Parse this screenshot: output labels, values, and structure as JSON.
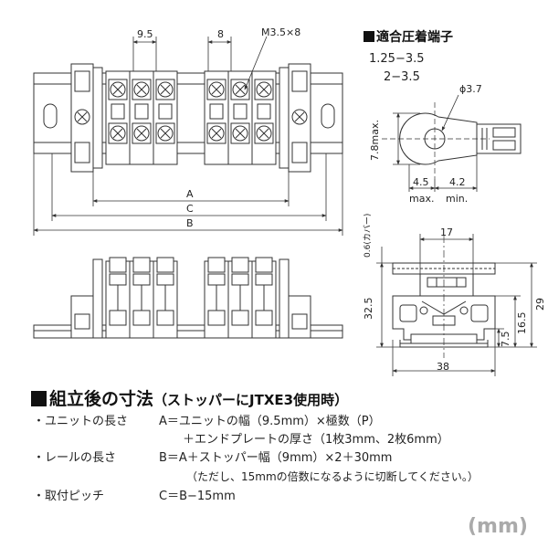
{
  "terminal_spec": {
    "title": "適合圧着端子",
    "sizes": [
      "1.25−3.5",
      "2−3.5"
    ]
  },
  "top_view": {
    "pitch_left": "9.5",
    "pitch_right": "8",
    "screw": "M3.5×8",
    "dim_a": "A",
    "dim_c": "C",
    "dim_b": "B"
  },
  "lug_drawing": {
    "hole": "ϕ3.7",
    "height": "7.8max.",
    "w1": "4.5",
    "w1_note": "max.",
    "w2": "4.2",
    "w2_note": "min."
  },
  "side_view": {
    "top_width": "17",
    "rail_note": "0.6(カバー)",
    "total_h": "32.5",
    "h29": "29",
    "h165": "16.5",
    "h75": "7.5",
    "base_w": "38"
  },
  "dimensions": {
    "title": "組立後の寸法",
    "subtitle": "（ストッパーにJTXE3使用時）",
    "lines": [
      {
        "label": "・ユニットの長さ",
        "formula": "A＝ユニットの幅（9.5mm）×極数（P）"
      },
      {
        "label": "",
        "formula": "＋エンドプレートの厚さ（1枚3mm、2枚6mm）"
      },
      {
        "label": "・レールの長さ",
        "formula": "B＝A＋ストッパー幅（9mm）×2＋30mm"
      },
      {
        "label": "",
        "formula": "（ただし、15mmの倍数になるように切断してください。）"
      },
      {
        "label": "・取付ピッチ",
        "formula": "C＝B−15mm"
      }
    ],
    "unit": "(mm)"
  }
}
